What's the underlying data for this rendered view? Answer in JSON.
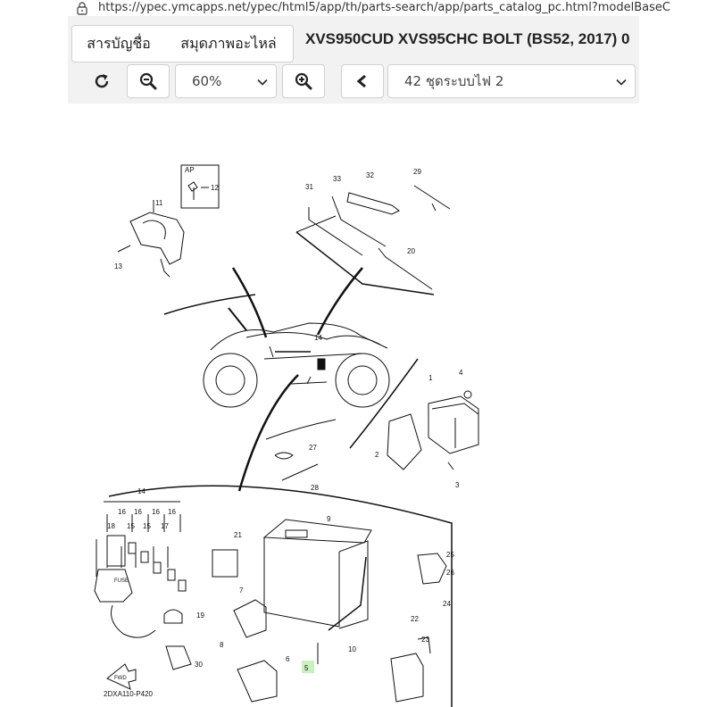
{
  "browser": {
    "url": "https://ypec.ymcapps.net/ypec/html5/app/th/parts-search/app/parts_catalog_pc.html?modelBaseC"
  },
  "tabs": {
    "account": "สารบัญชื่อ",
    "parts_book": "สมุดภาพอะไหล่"
  },
  "model_title": "XVS950CUD XVS95CHC BOLT (BS52, 2017) 0",
  "toolbar": {
    "zoom_value": "60%",
    "section_value": "42 ชุดระบบไฟ 2"
  },
  "icons": {
    "reload": "reload-icon",
    "zoom_out": "zoom-out-icon",
    "zoom_in": "zoom-in-icon",
    "prev": "chevron-left-icon",
    "dropdown": "chevron-down-icon"
  },
  "diagram": {
    "ap_label": "AP",
    "fwd_label": "FWD",
    "fuse_label": "FUSE",
    "drawing_code": "2DXA110-P420",
    "callouts": {
      "c1": "1",
      "c2": "2",
      "c3": "3",
      "c4": "4",
      "c5": "5",
      "c6": "6",
      "c7": "7",
      "c8": "8",
      "c9": "9",
      "c10": "10",
      "c11": "11",
      "c12": "12",
      "c13": "13",
      "c14a": "14",
      "c14b": "14",
      "c15a": "15",
      "c15b": "15",
      "c16a": "16",
      "c16b": "16",
      "c16c": "16",
      "c16d": "16",
      "c17": "17",
      "c18": "18",
      "c19": "19",
      "c20": "20",
      "c21": "21",
      "c22": "22",
      "c23": "23",
      "c24": "24",
      "c25": "25",
      "c26": "26",
      "c27": "27",
      "c28": "28",
      "c29": "29",
      "c30": "30",
      "c31": "31",
      "c32": "32",
      "c33": "33"
    }
  },
  "colors": {
    "toolbar_bg": "#f2f2f2",
    "border": "#d0d0d0",
    "highlight": "#c8f0c0"
  }
}
